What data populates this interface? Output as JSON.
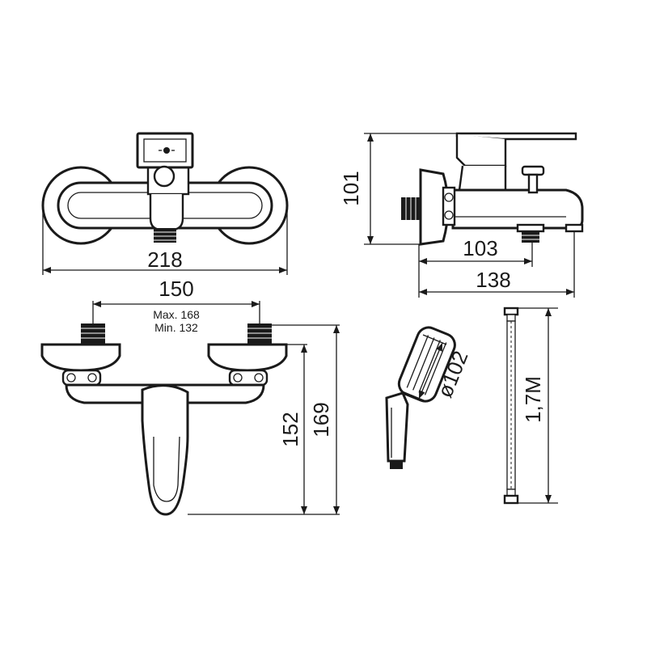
{
  "dimensions": {
    "width_total": "218",
    "top_depth": "101",
    "spout_reach_inner": "103",
    "spout_reach_total": "138",
    "center_distance": "150",
    "center_max": "Max. 168",
    "center_min": "Min. 132",
    "height_body": "152",
    "height_total": "169",
    "handshower_diameter": "ø102",
    "hose_length": "1,7M"
  }
}
